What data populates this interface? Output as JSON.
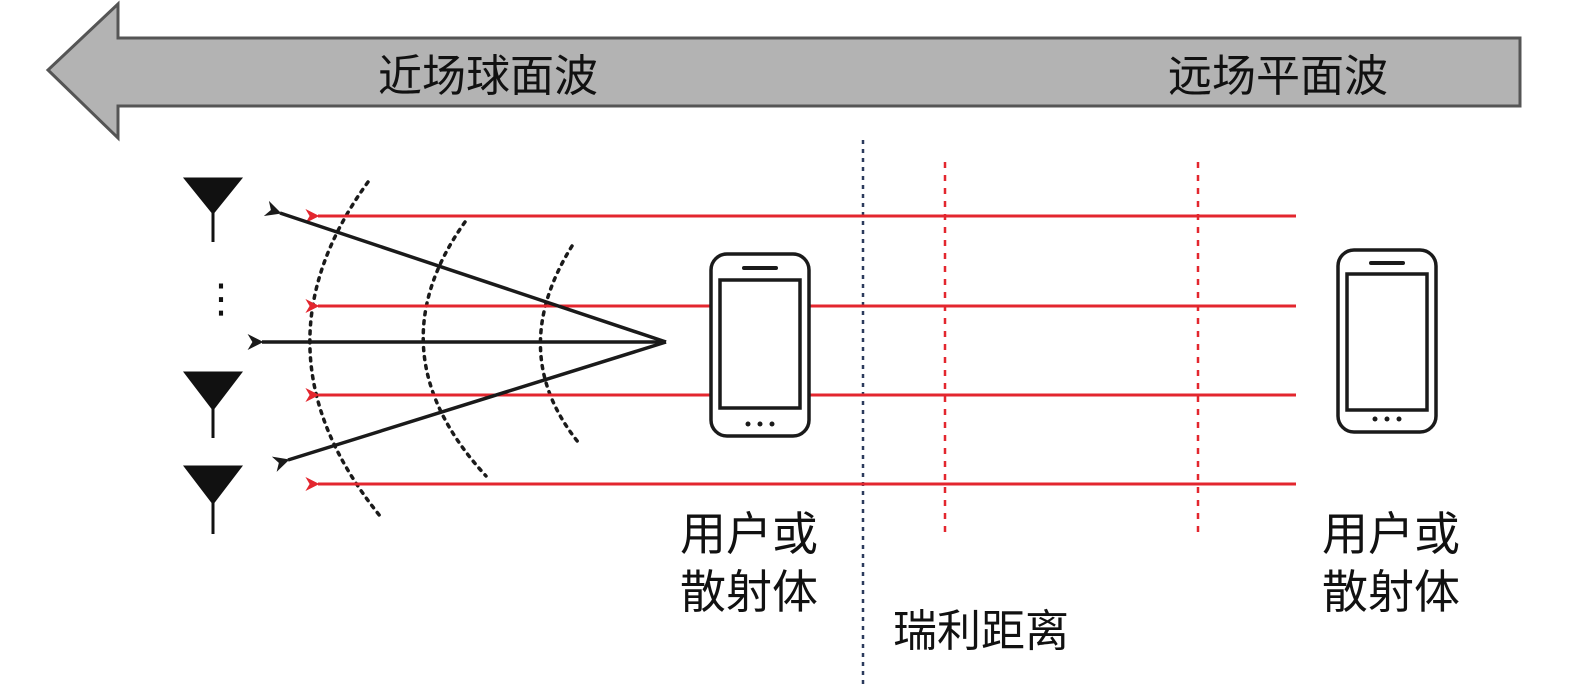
{
  "banner": {
    "near_field_label": "近场球面波",
    "far_field_label": "远场平面波"
  },
  "labels": {
    "near_user": {
      "line1": "用户或",
      "line2": "散射体"
    },
    "far_user": {
      "line1": "用户或",
      "line2": "散射体"
    },
    "rayleigh_distance": "瑞利距离"
  },
  "antenna_ellipsis": "⋮",
  "colors": {
    "banner_fill": "#b3b3b3",
    "banner_stroke": "#555555",
    "plane_wave": "#e3262e",
    "spherical_wave": "#1a1a1a",
    "rayleigh_line": "#2b3a5c",
    "plane_wavefront": "#e3262e"
  }
}
